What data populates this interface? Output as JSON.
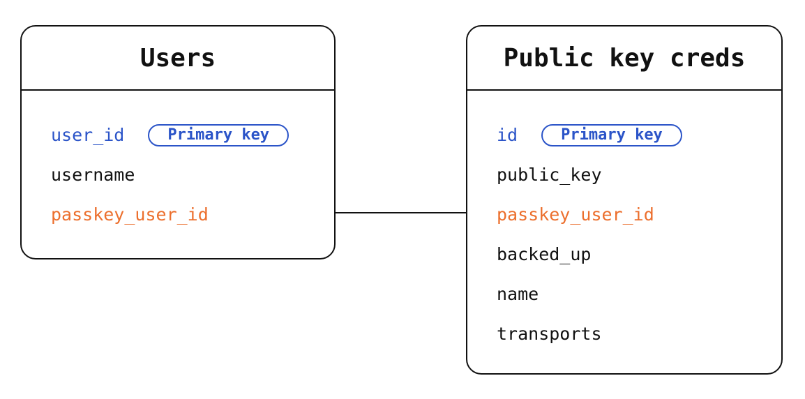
{
  "diagram_title": "Users and Public key creds tables",
  "palette": {
    "primary_key_blue": "#2b54c8",
    "passkey_orange": "#ec6f2d",
    "line_black": "#111111",
    "background": "#ffffff"
  },
  "tables": [
    {
      "title": "Users",
      "fields": [
        {
          "label": "user_id",
          "role": "pk",
          "badge": "Primary key"
        },
        {
          "label": "username",
          "role": "plain"
        },
        {
          "label": "passkey_user_id",
          "role": "fk"
        }
      ]
    },
    {
      "title": "Public key creds",
      "fields": [
        {
          "label": "id",
          "role": "pk",
          "badge": "Primary key"
        },
        {
          "label": "public_key",
          "role": "plain"
        },
        {
          "label": "passkey_user_id",
          "role": "fk"
        },
        {
          "label": "backed_up",
          "role": "plain"
        },
        {
          "label": "name",
          "role": "plain"
        },
        {
          "label": "transports",
          "role": "plain"
        }
      ]
    }
  ],
  "relationship": {
    "from_table": "Users",
    "from_field": "passkey_user_id",
    "to_table": "Public key creds",
    "to_field": "passkey_user_id"
  }
}
